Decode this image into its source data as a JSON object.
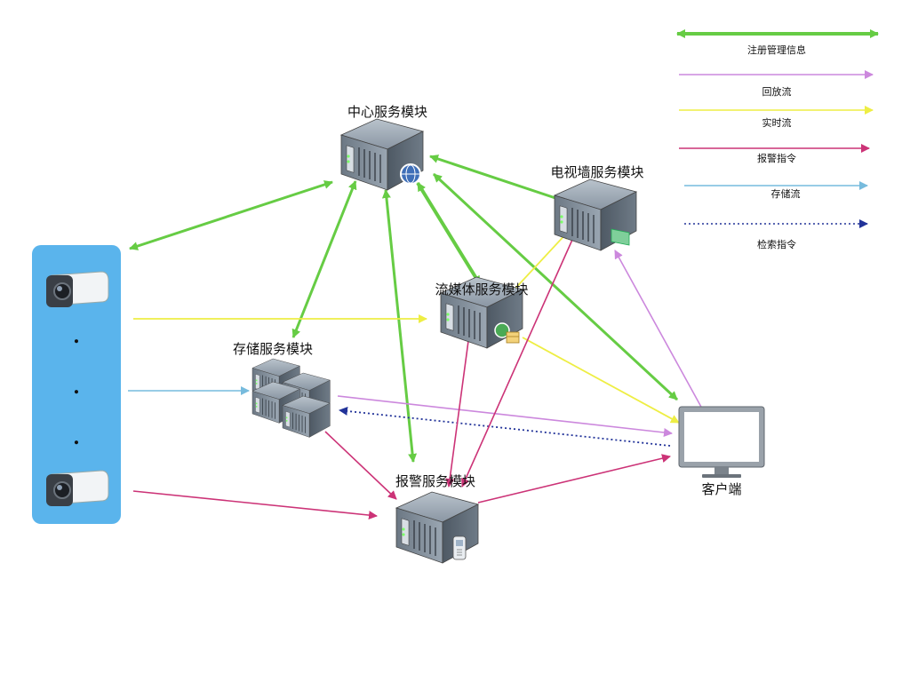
{
  "legend": [
    {
      "label": "注册管理信息",
      "color": "#66cc44",
      "style": "double"
    },
    {
      "label": "回放流",
      "color": "#cc88dd",
      "style": "solid"
    },
    {
      "label": "实时流",
      "color": "#eeee44",
      "style": "solid"
    },
    {
      "label": "报警指令",
      "color": "#cc3377",
      "style": "solid"
    },
    {
      "label": "存储流",
      "color": "#77bbdd",
      "style": "solid"
    },
    {
      "label": "检索指令",
      "color": "#223399",
      "style": "dotted"
    }
  ],
  "nodes": {
    "center": "中心服务模块",
    "tvwall": "电视墙服务模块",
    "media": "流媒体服务模块",
    "storage": "存储服务模块",
    "alarm": "报警服务模块",
    "client": "客户端"
  },
  "camera_dots": ".",
  "colors": {
    "register": "#66cc44",
    "playback": "#cc88dd",
    "realtime": "#eeee44",
    "alarm": "#cc3377",
    "storage": "#77bbdd",
    "search": "#223399",
    "camera_panel": "#5ab4ec",
    "server_body": "#8a96a3"
  },
  "icons": {
    "camera": "bullet-camera-icon",
    "server": "rack-server-icon",
    "monitor": "monitor-icon",
    "globe": "globe-icon",
    "phone": "phone-icon",
    "card": "card-icon",
    "box": "package-icon"
  }
}
